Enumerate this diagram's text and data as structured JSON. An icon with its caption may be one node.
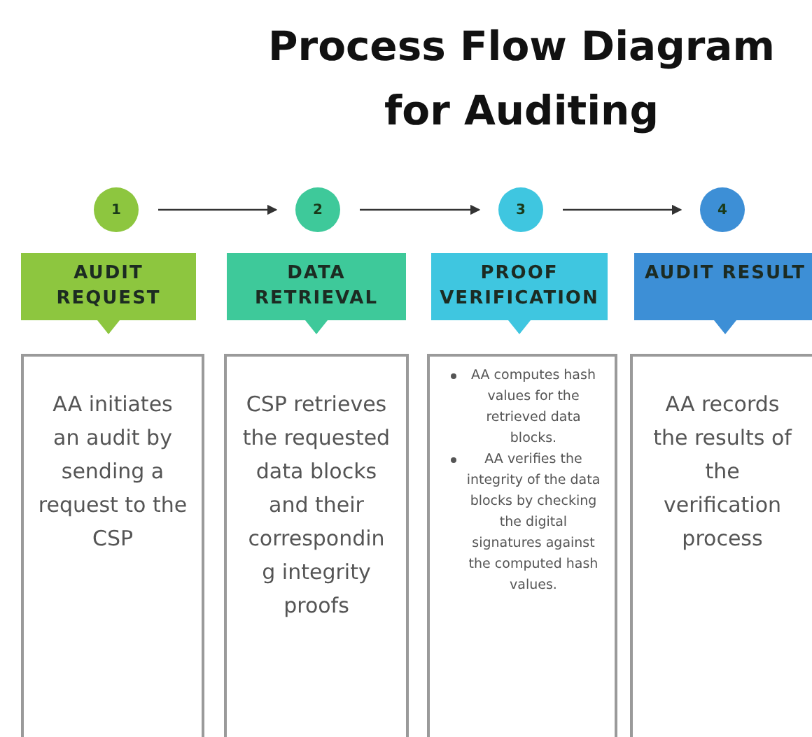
{
  "diagram": {
    "title": "Process Flow Diagram for Auditing",
    "nodes": [
      {
        "text": [
          "1"
        ]
      },
      {
        "text": [
          "2"
        ]
      },
      {
        "text": [
          "3"
        ]
      },
      {
        "text": [
          "4"
        ]
      },
      {
        "text": [
          "AUDIT REQUEST"
        ]
      },
      {
        "text": [
          "DATA RETRIEVAL"
        ]
      },
      {
        "text": [
          "PROOF VERIFICATION"
        ]
      },
      {
        "text": [
          "AUDIT RESULT"
        ]
      },
      {
        "text": [
          "AA initiates an audit by sending a request to the CSP"
        ]
      },
      {
        "text": [
          "CSP retrieves the requested data blocks and their correspondin g integrity proofs"
        ]
      },
      {
        "text": [
          "AA computes hash values for the retrieved data blocks.",
          "AA verifies the integrity of the data blocks by checking the digital signatures against the computed hash values."
        ]
      },
      {
        "text": [
          "AA records the results of the verification process"
        ]
      }
    ],
    "edges": [
      {
        "from": 0,
        "to": 1,
        "arrow": "to"
      },
      {
        "from": 1,
        "to": 2,
        "arrow": "to"
      },
      {
        "from": 2,
        "to": 3,
        "arrow": "to"
      }
    ]
  }
}
